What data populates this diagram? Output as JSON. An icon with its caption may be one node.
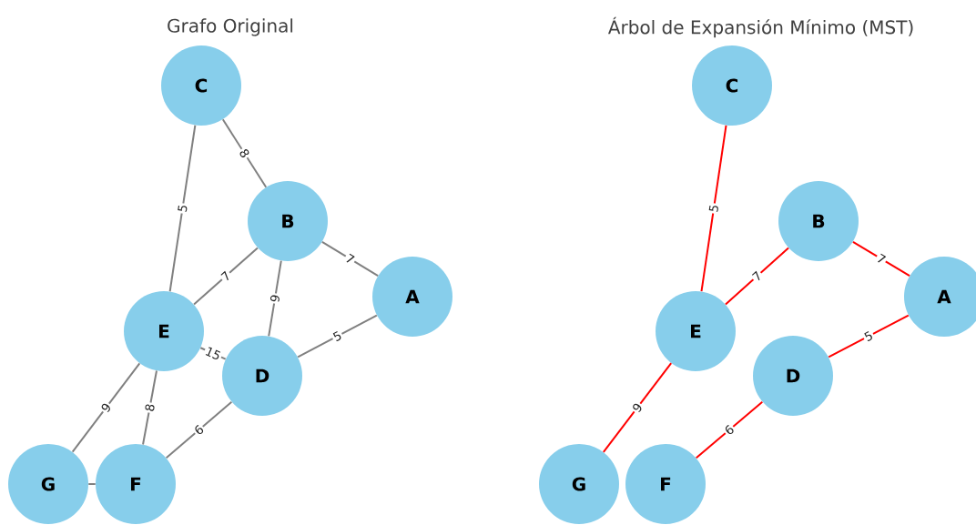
{
  "diagram": {
    "nodes": [
      {
        "text": [
          "C"
        ]
      },
      {
        "text": [
          "B"
        ]
      },
      {
        "text": [
          "A"
        ]
      },
      {
        "text": [
          "E"
        ]
      },
      {
        "text": [
          "D"
        ]
      },
      {
        "text": [
          "G"
        ]
      },
      {
        "text": [
          "F"
        ]
      },
      {
        "text": [
          "C"
        ]
      },
      {
        "text": [
          "B"
        ]
      },
      {
        "text": [
          "A"
        ]
      },
      {
        "text": [
          "E"
        ]
      },
      {
        "text": [
          "D"
        ]
      },
      {
        "text": [
          "G"
        ]
      },
      {
        "text": [
          "F"
        ]
      }
    ],
    "edges": [
      {
        "from": 0,
        "to": 1,
        "arrow": "none",
        "label": "8"
      },
      {
        "from": 0,
        "to": 3,
        "arrow": "none",
        "label": "5"
      },
      {
        "from": 1,
        "to": 3,
        "arrow": "none",
        "label": "7"
      },
      {
        "from": 1,
        "to": 2,
        "arrow": "none",
        "label": "7"
      },
      {
        "from": 1,
        "to": 4,
        "arrow": "none",
        "label": "9"
      },
      {
        "from": 3,
        "to": 4,
        "arrow": "none",
        "label": "15"
      },
      {
        "from": 2,
        "to": 4,
        "arrow": "none",
        "label": "5"
      },
      {
        "from": 3,
        "to": 5,
        "arrow": "none",
        "label": "9"
      },
      {
        "from": 3,
        "to": 6,
        "arrow": "none",
        "label": "8"
      },
      {
        "from": 4,
        "to": 6,
        "arrow": "none",
        "label": "6"
      },
      {
        "from": 5,
        "to": 6,
        "arrow": "none"
      },
      {
        "from": 7,
        "to": 10,
        "arrow": "none",
        "label": "5",
        "color": "#ff0000"
      },
      {
        "from": 8,
        "to": 10,
        "arrow": "none",
        "label": "7",
        "color": "#ff0000"
      },
      {
        "from": 8,
        "to": 9,
        "arrow": "none",
        "label": "7",
        "color": "#ff0000"
      },
      {
        "from": 9,
        "to": 11,
        "arrow": "none",
        "label": "5",
        "color": "#ff0000"
      },
      {
        "from": 10,
        "to": 12,
        "arrow": "none",
        "label": "9",
        "color": "#ff0000"
      },
      {
        "from": 11,
        "to": 13,
        "arrow": "none",
        "label": "6",
        "color": "#ff0000"
      }
    ],
    "labels": [
      "Grafo Original",
      "Árbol de Expansión Mínimo (MST)"
    ]
  }
}
